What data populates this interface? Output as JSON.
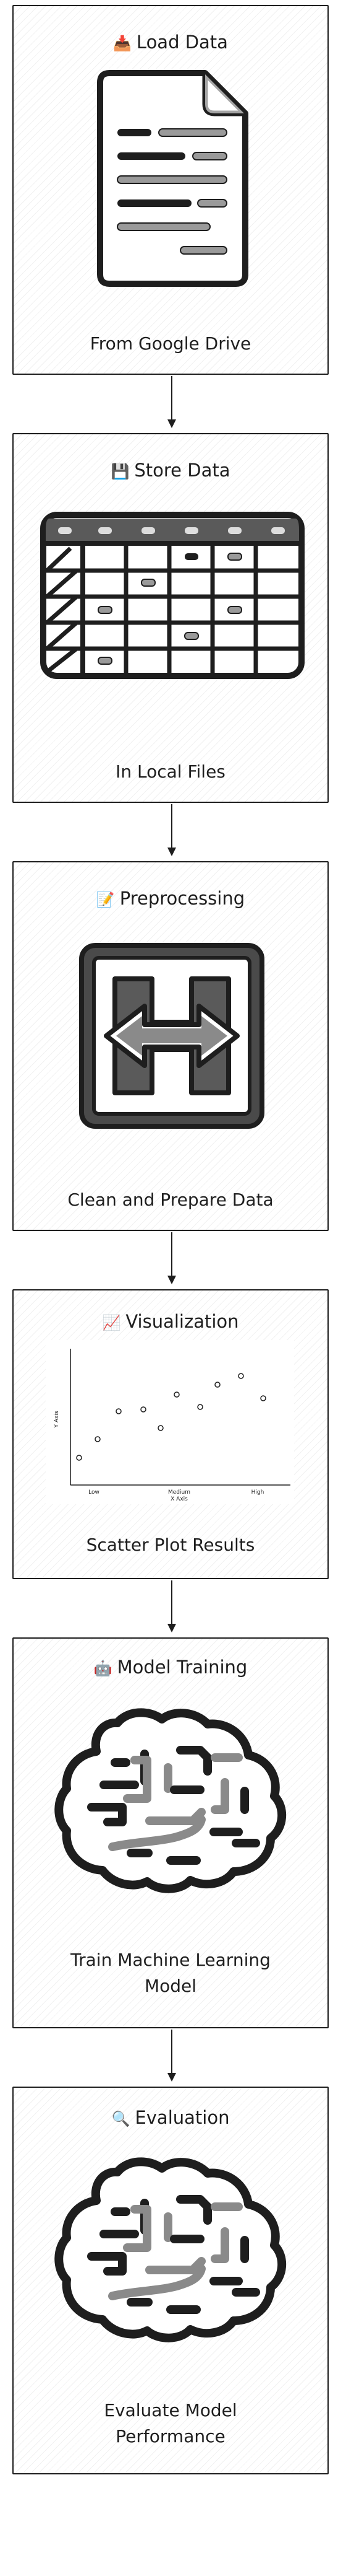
{
  "steps": [
    {
      "icon": "📥",
      "icon_name": "inbox-tray-icon",
      "title": "Load Data",
      "caption_lines": [
        "From Google Drive"
      ]
    },
    {
      "icon": "💾",
      "icon_name": "floppy-disk-icon",
      "title": "Store Data",
      "caption_lines": [
        "In Local Files"
      ]
    },
    {
      "icon": "📝",
      "icon_name": "memo-icon",
      "title": "Preprocessing",
      "caption_lines": [
        "Clean and Prepare Data"
      ]
    },
    {
      "icon": "📈",
      "icon_name": "chart-increasing-icon",
      "title": "Visualization",
      "caption_lines": [
        "Scatter Plot Results"
      ]
    },
    {
      "icon": "🤖",
      "icon_name": "robot-icon",
      "title": "Model Training",
      "caption_lines": [
        "Train Machine Learning",
        "Model"
      ]
    },
    {
      "icon": "🔍",
      "icon_name": "magnifier-icon",
      "title": "Evaluation",
      "caption_lines": [
        "Evaluate Model",
        "Performance"
      ]
    }
  ],
  "scatter": {
    "xlabel": "X Axis",
    "ylabel": "Y Axis",
    "xticks": [
      "Low",
      "Medium",
      "High"
    ]
  },
  "colors": {
    "stroke": "#1e1e1e",
    "background": "#ffffff"
  }
}
